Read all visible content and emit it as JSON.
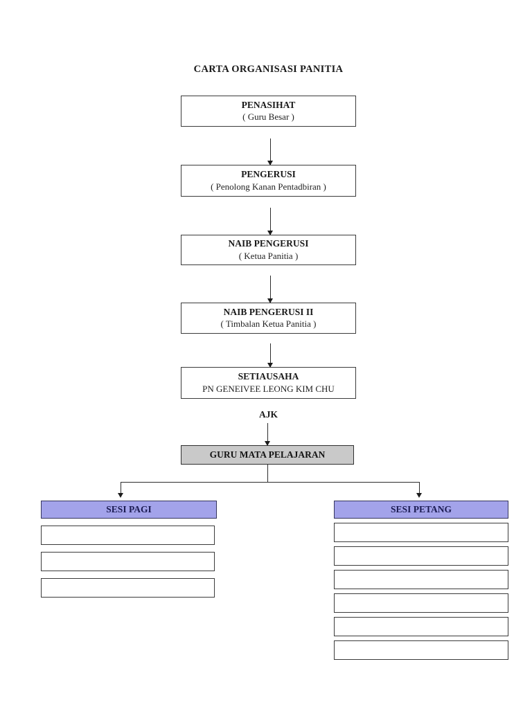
{
  "title": "CARTA ORGANISASI PANITIA",
  "colors": {
    "page_background": "#ffffff",
    "box_border": "#3a3a3a",
    "session_header_fill": "#a3a3ea",
    "session_header_text": "#1b1b52",
    "committee_box_fill": "#c9c9c9",
    "text": "#1a1a1a",
    "connector_line": "#2b2b2b"
  },
  "hierarchy": [
    {
      "title": "PENASIHAT",
      "subtitle": "( Guru Besar )"
    },
    {
      "title": "PENGERUSI",
      "subtitle": "( Penolong Kanan Pentadbiran )"
    },
    {
      "title": "NAIB PENGERUSI",
      "subtitle": "( Ketua Panitia )"
    },
    {
      "title": "NAIB PENGERUSI II",
      "subtitle": "( Timbalan Ketua Panitia )"
    },
    {
      "title": "SETIAUSAHA",
      "subtitle": "PN GENEIVEE LEONG KIM CHU"
    }
  ],
  "ajk_label": "AJK",
  "committee_box_label": "GURU MATA PELAJARAN",
  "sessions": [
    {
      "label": "SESI PAGI",
      "empty_slots": 3
    },
    {
      "label": "SESI PETANG",
      "empty_slots": 6
    }
  ]
}
